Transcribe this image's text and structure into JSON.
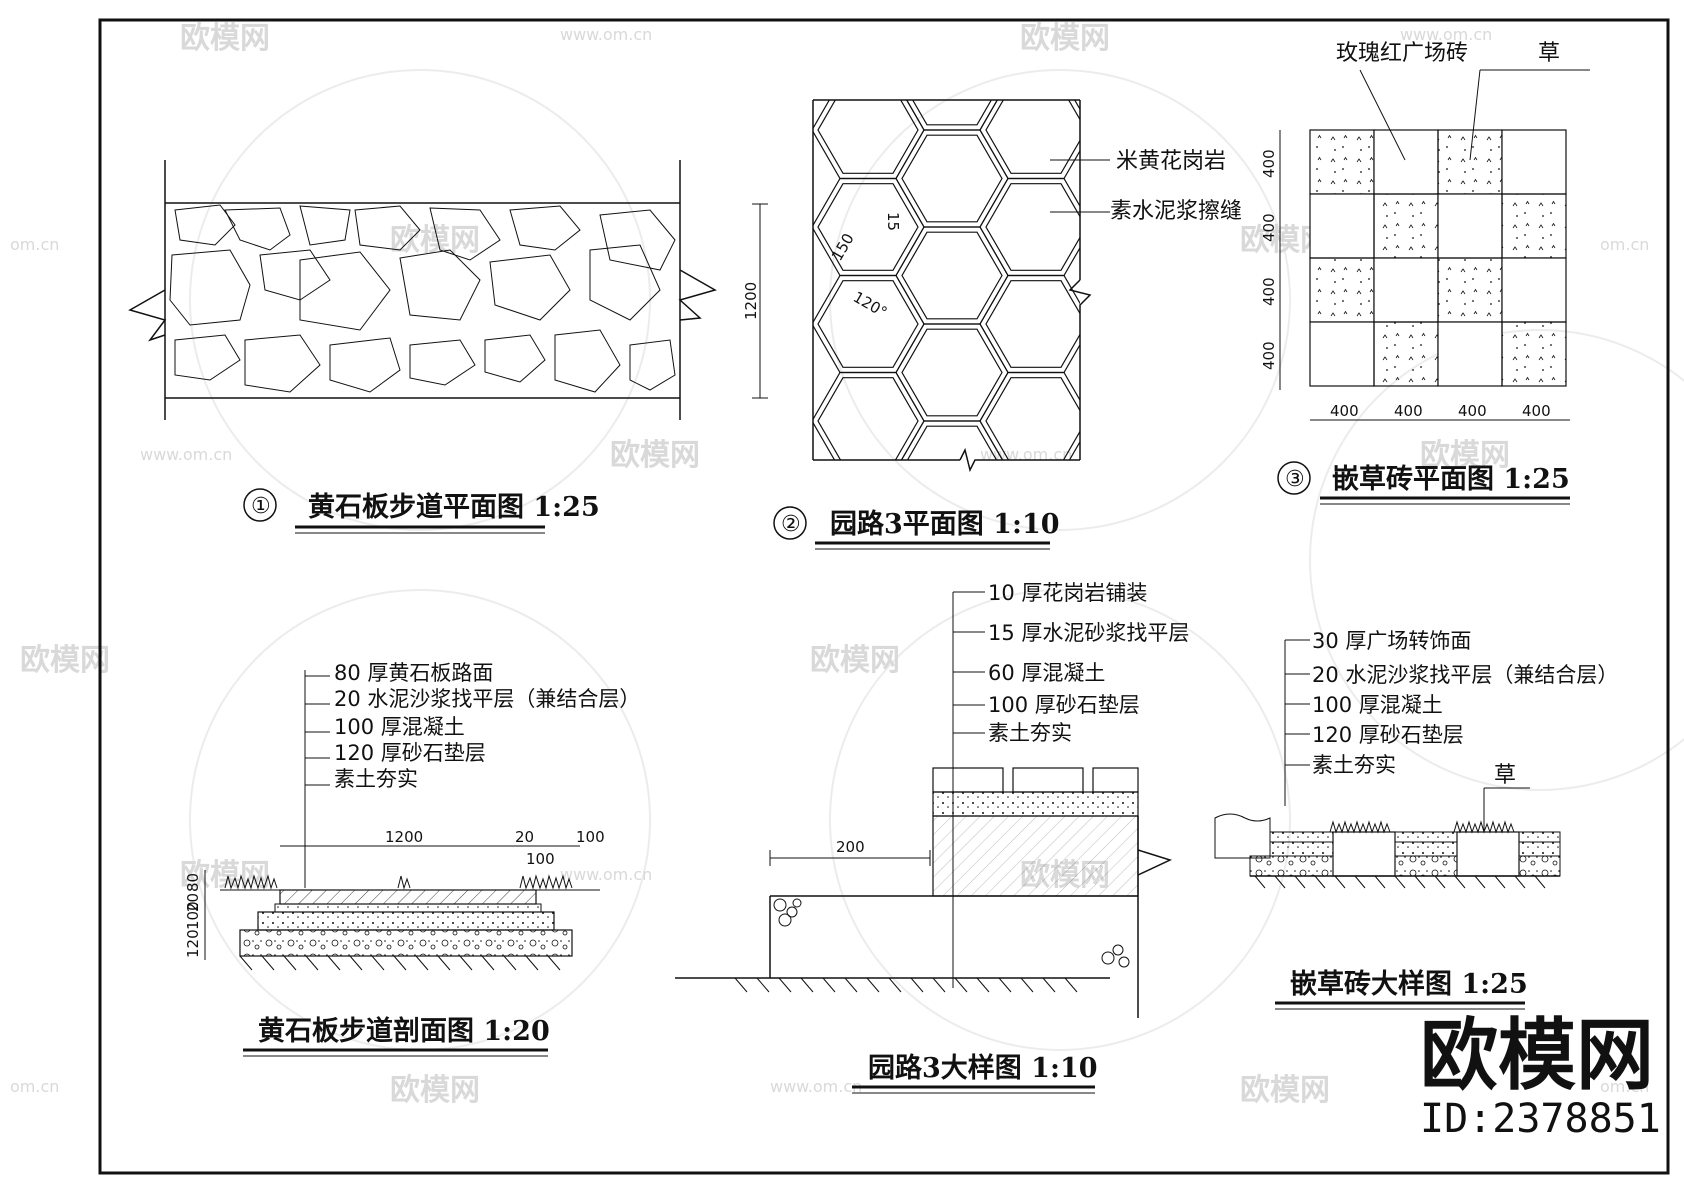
{
  "colors": {
    "line": "#111111",
    "watermark": "#d9d9d9",
    "background": "#ffffff"
  },
  "drawing1": {
    "number": "①",
    "title": "黄石板步道平面图 1:25",
    "dim_width": "1200"
  },
  "drawing2": {
    "number": "②",
    "title": "园路3平面图 1:10",
    "label_stone": "米黄花岗岩",
    "label_joint": "素水泥浆擦缝",
    "dim_15": "15",
    "dim_150": "150",
    "dim_angle": "120°"
  },
  "drawing3": {
    "number": "③",
    "title": "嵌草砖平面图 1:25",
    "label_brick": "玫瑰红广场砖",
    "label_grass": "草",
    "dims_x": [
      "400",
      "400",
      "400",
      "400"
    ],
    "dims_y": [
      "400",
      "400",
      "400",
      "400"
    ]
  },
  "section1": {
    "title": "黄石板步道剖面图 1:20",
    "layers": [
      "80 厚黄石板路面",
      "20 水泥沙浆找平层（兼结合层）",
      "100 厚混凝土",
      "120 厚砂石垫层",
      "素土夯实"
    ],
    "dim_1200": "1200",
    "dim_20": "20",
    "dim_100_top": "100",
    "dim_100_mid": "100",
    "dims_side": [
      "80",
      "20",
      "100",
      "120"
    ]
  },
  "section2": {
    "title": "园路3大样图 1:10",
    "layers": [
      "10 厚花岗岩铺装",
      "15 厚水泥砂浆找平层",
      "60 厚混凝土",
      "100 厚砂石垫层",
      "素土夯实"
    ],
    "dim_200": "200"
  },
  "section3": {
    "title": "嵌草砖大样图 1:25",
    "layers": [
      "30 厚广场转饰面",
      "20 水泥沙浆找平层（兼结合层）",
      "100 厚混凝土",
      "120 厚砂石垫层",
      "素土夯实"
    ],
    "label_grass": "草"
  },
  "watermark": {
    "brand": "欧模网",
    "site": "www.om.cn",
    "site_short": "om.cn"
  },
  "brand": {
    "name": "欧模网",
    "id": "ID:2378851"
  }
}
